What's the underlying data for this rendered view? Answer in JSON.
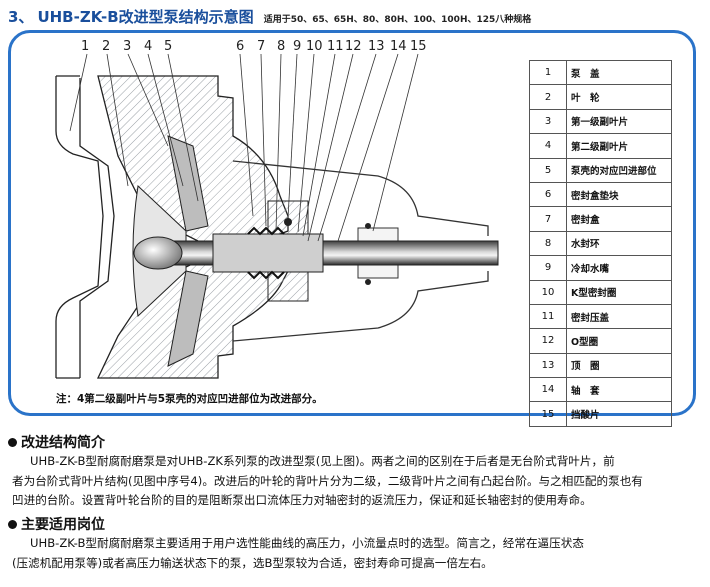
{
  "heading": {
    "number": "3、",
    "title": "UHB-ZK-B改进型泵结构示意图",
    "scope": "适用于50、65、65H、80、80H、100、100H、125八种规格"
  },
  "diagram": {
    "callout_numbers": [
      "1",
      "2",
      "3",
      "4",
      "5",
      "6",
      "7",
      "8",
      "9",
      "10",
      "11",
      "12",
      "13",
      "14",
      "15"
    ],
    "note": "注：4第二级副叶片与5泵壳的对应凹进部位为改进部分。"
  },
  "parts_table": [
    {
      "no": "1",
      "name": "泵　盖"
    },
    {
      "no": "2",
      "name": "叶　轮"
    },
    {
      "no": "3",
      "name": "第一级副叶片"
    },
    {
      "no": "4",
      "name": "第二级副叶片"
    },
    {
      "no": "5",
      "name": "泵壳的对应凹进部位"
    },
    {
      "no": "6",
      "name": "密封盒垫块"
    },
    {
      "no": "7",
      "name": "密封盒"
    },
    {
      "no": "8",
      "name": "水封环"
    },
    {
      "no": "9",
      "name": "冷却水嘴"
    },
    {
      "no": "10",
      "name": "K型密封圈"
    },
    {
      "no": "11",
      "name": "密封压盖"
    },
    {
      "no": "12",
      "name": "O型圈"
    },
    {
      "no": "13",
      "name": "顶　圈"
    },
    {
      "no": "14",
      "name": "轴　套"
    },
    {
      "no": "15",
      "name": "挡酸片"
    }
  ],
  "section1": {
    "title": "改进结构简介",
    "lines": [
      "UHB-ZK-B型耐腐耐磨泵是对UHB-ZK系列泵的改进型泵(见上图)。两者之间的区别在于后者是无台阶式背叶片，前",
      "者为台阶式背叶片结构(见图中序号4)。改进后的叶轮的背叶片分为二级，二级背叶片之间有凸起台阶。与之相匹配的泵也有",
      "凹进的台阶。设置背叶轮台阶的目的是阻断泵出口流体压力对轴密封的返流压力，保证和延长轴密封的使用寿命。"
    ]
  },
  "section2": {
    "title": "主要适用岗位",
    "lines": [
      "UHB-ZK-B型耐腐耐磨泵主要适用于用户选性能曲线的高压力，小流量点时的选型。简言之，经常在逼压状态",
      "(压滤机配用泵等)或者高压力输送状态下的泵，选B型泵较为合适，密封寿命可提高一倍左右。"
    ]
  }
}
